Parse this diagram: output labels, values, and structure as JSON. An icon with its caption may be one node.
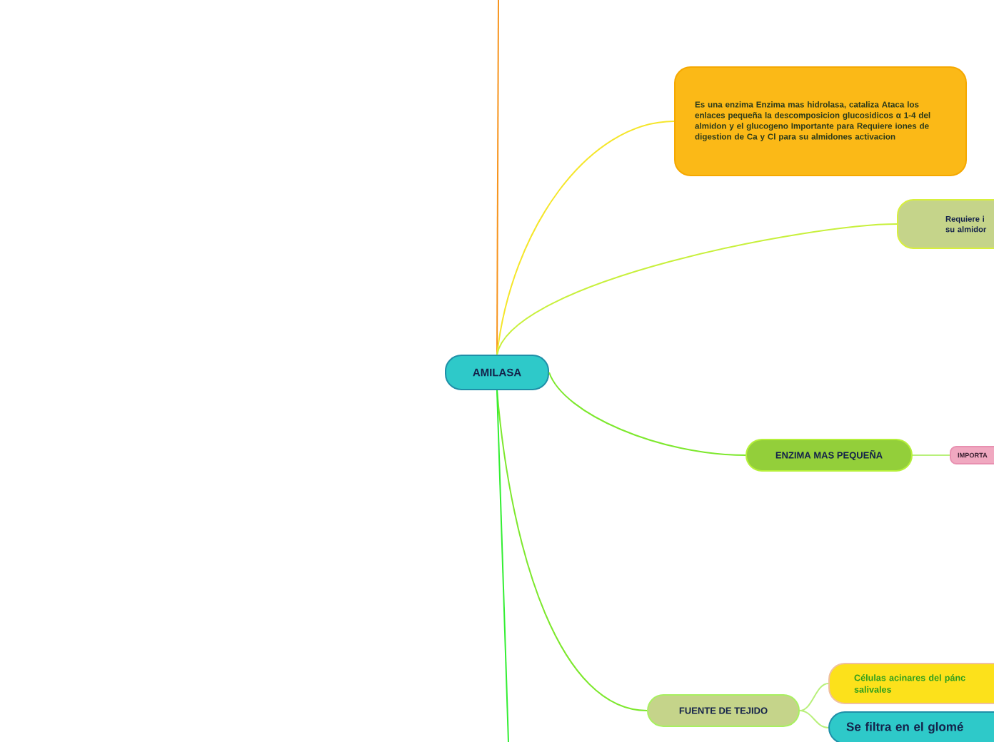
{
  "diagram": {
    "nodes": [
      {
        "text": [
          "AMILASA"
        ]
      },
      {
        "text": [
          "Es una enzima Enzima mas hidrolasa, cataliza Ataca los enlaces pequeña la descomposicion glucosidicos α 1-4 del almidon y el glucogeno Importante para Requiere iones de digestion de Ca y Cl para su almidones activacion"
        ]
      },
      {
        "text": [
          "Requiere i su almidor"
        ]
      },
      {
        "text": [
          "ENZIMA MAS PEQUEÑA"
        ]
      },
      {
        "text": [
          "IMPORTA"
        ]
      },
      {
        "text": [
          "FUENTE DE TEJIDO"
        ]
      },
      {
        "text": [
          "Células acinares del pánc salivales"
        ]
      },
      {
        "text": [
          "Se filtra en el glomé"
        ]
      }
    ],
    "edges": [
      {
        "from": 0,
        "to": null,
        "arrow": "none",
        "color": "#f7941d"
      },
      {
        "from": 0,
        "to": 1,
        "arrow": "none",
        "color": "#f5e62b"
      },
      {
        "from": 0,
        "to": 2,
        "arrow": "none",
        "color": "#c8f03c"
      },
      {
        "from": 0,
        "to": 3,
        "arrow": "none"
      },
      {
        "from": 0,
        "to": 5,
        "arrow": "none"
      },
      {
        "from": 0,
        "to": null,
        "arrow": "none",
        "color": "#33ee33"
      },
      {
        "from": 3,
        "to": 4,
        "arrow": "none",
        "color": "#b8f07a"
      },
      {
        "from": 5,
        "to": 6,
        "arrow": "none",
        "color": "#b8f07a"
      },
      {
        "from": 5,
        "to": 7,
        "arrow": "none",
        "color": "#b8f07a"
      }
    ]
  }
}
